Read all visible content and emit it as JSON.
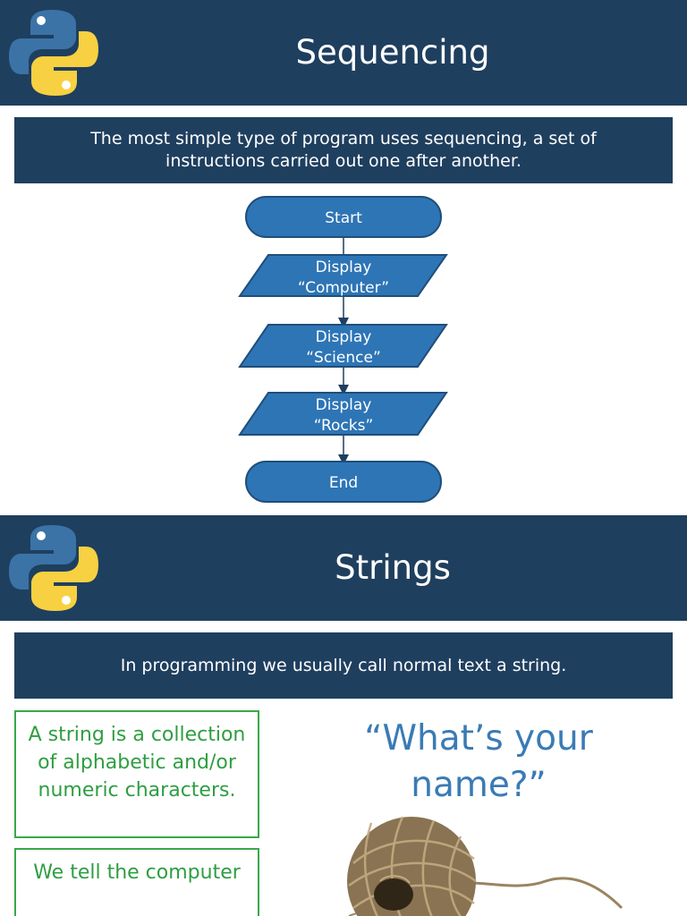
{
  "slide1": {
    "title": "Sequencing",
    "intro": "The most simple type of program uses sequencing, a set of instructions carried out one after another.",
    "flowchart": {
      "start": "Start",
      "steps": [
        {
          "line1": "Display",
          "line2": "“Computer”"
        },
        {
          "line1": "Display",
          "line2": "“Science”"
        },
        {
          "line1": "Display",
          "line2": "“Rocks”"
        }
      ],
      "end": "End"
    }
  },
  "slide2": {
    "title": "Strings",
    "intro": "In programming we usually call normal text a string.",
    "box1": "A string is a collection of alphabetic and/or numeric characters.",
    "box2": "We tell the computer",
    "quote_line1": "“What’s your",
    "quote_line2": "name?”"
  },
  "colors": {
    "header_bg": "#1f3f5f",
    "shape_fill": "#2e75b6",
    "shape_stroke": "#1f4e79",
    "green": "#3aa84a",
    "quote_blue": "#3a7bb5",
    "python_blue": "#3b73a6",
    "python_yellow": "#f7d141"
  },
  "icons": [
    "python-logo-icon",
    "twine-ball-image"
  ]
}
